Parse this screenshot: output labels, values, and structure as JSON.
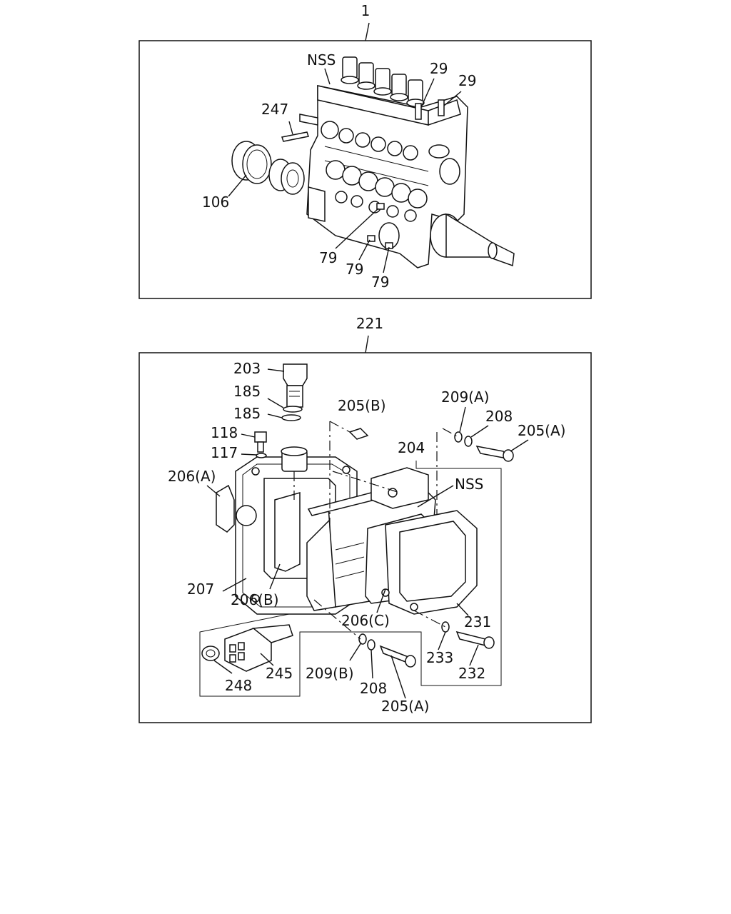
{
  "diagram": {
    "top": {
      "assembly_label": "1",
      "labels": {
        "nss": "NSS",
        "p29a": "29",
        "p29b": "29",
        "p247": "247",
        "p106": "106",
        "p79a": "79",
        "p79b": "79",
        "p79c": "79"
      }
    },
    "bottom": {
      "assembly_label": "221",
      "labels": {
        "p203": "203",
        "p185a": "185",
        "p185b": "185",
        "p205b": "205(B)",
        "p209a": "209(A)",
        "p208a": "208",
        "p205a_top": "205(A)",
        "p118": "118",
        "p117": "117",
        "p204": "204",
        "p206a": "206(A)",
        "nss": "NSS",
        "p207": "207",
        "p206b": "206(B)",
        "p206c": "206(C)",
        "p231": "231",
        "p233": "233",
        "p232": "232",
        "p248": "248",
        "p245": "245",
        "p209b": "209(B)",
        "p208b": "208",
        "p205a_bot": "205(A)"
      }
    }
  }
}
